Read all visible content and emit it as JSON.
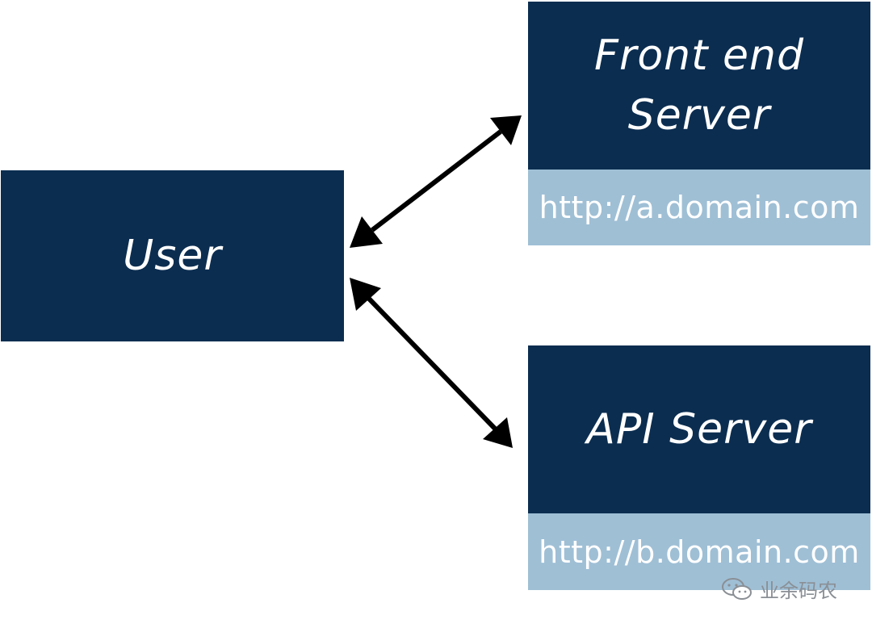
{
  "colors": {
    "box_dark": "#0b2d50",
    "box_light": "#9fbfd5",
    "text": "#ffffff",
    "arrow": "#000000"
  },
  "nodes": {
    "user": {
      "label": "User"
    },
    "frontend": {
      "label": "Front end Server",
      "url": "http://a.domain.com"
    },
    "api": {
      "label": "API Server",
      "url": "http://b.domain.com"
    }
  },
  "edges": [
    {
      "from": "user",
      "to": "frontend",
      "direction": "bidirectional"
    },
    {
      "from": "user",
      "to": "api",
      "direction": "bidirectional"
    }
  ],
  "watermark": {
    "text": "业余码农",
    "icon": "wechat-icon"
  }
}
